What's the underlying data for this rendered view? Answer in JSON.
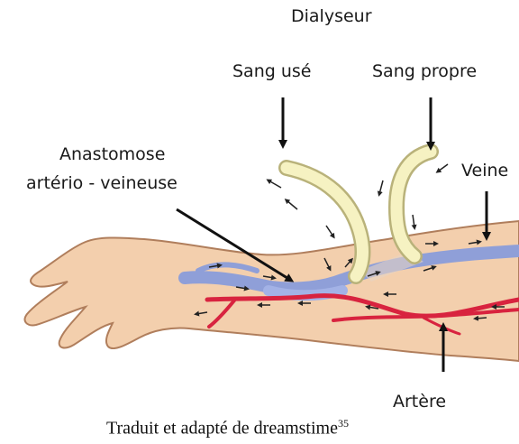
{
  "labels": {
    "dialyzer": "Dialyseur",
    "used_blood": "Sang usé",
    "clean_blood": "Sang propre",
    "anastomosis_line1": "Anastomose",
    "anastomosis_line2": "artério - veineuse",
    "vein": "Veine",
    "artery": "Artère"
  },
  "caption": {
    "text": "Traduit et adapté de dreamstime",
    "ref": "35"
  },
  "colors": {
    "skin": "#f3cfad",
    "skin_outline": "#b07e5c",
    "vein": "#8f9fd8",
    "artery": "#d8233f",
    "tube": "#f6f2c2",
    "tube_outline": "#b9b27a",
    "arrow": "#111111"
  }
}
